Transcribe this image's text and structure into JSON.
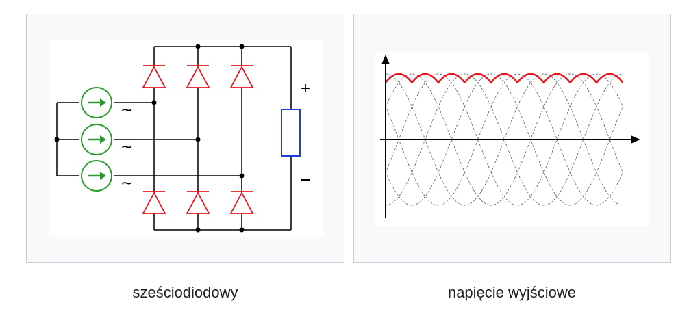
{
  "figure_left": {
    "caption": "sześciodiodowy",
    "symbols": {
      "ac": "~",
      "plus": "+",
      "minus": "–"
    },
    "colors": {
      "wire": "#000000",
      "diode": "#e8141b",
      "source": "#2a9a2a",
      "load": "#1f3fd0"
    },
    "source_count": 3,
    "diode_count": 6
  },
  "figure_right": {
    "caption": "napięcie wyjściowe",
    "colors": {
      "output": "#e8141b",
      "phase": "#555555",
      "axes": "#000000"
    },
    "phase_count": 6
  }
}
